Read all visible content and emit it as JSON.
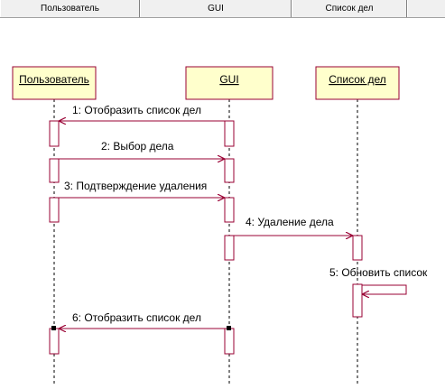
{
  "header": {
    "columns": [
      {
        "label": "Пользователь"
      },
      {
        "label": "GUI"
      },
      {
        "label": "Список дел"
      }
    ]
  },
  "diagram": {
    "actors": [
      {
        "id": "user",
        "label": "Пользователь"
      },
      {
        "id": "gui",
        "label": "GUI"
      },
      {
        "id": "list",
        "label": "Список дел"
      }
    ],
    "messages": [
      {
        "number": "1",
        "label": "1: Отобразить список дел",
        "from": "gui",
        "to": "user"
      },
      {
        "number": "2",
        "label": "2: Выбор дела",
        "from": "user",
        "to": "gui"
      },
      {
        "number": "3",
        "label": "3: Подтверждение удаления",
        "from": "user",
        "to": "gui"
      },
      {
        "number": "4",
        "label": "4: Удаление дела",
        "from": "gui",
        "to": "list"
      },
      {
        "number": "5",
        "label": "5: Обновить список",
        "from": "list",
        "to": "list"
      },
      {
        "number": "6",
        "label": "6: Отобразить список дел",
        "from": "gui",
        "to": "user"
      }
    ],
    "colors": {
      "box_fill": "#ffffcc",
      "box_stroke": "#990033",
      "line": "#990033",
      "lifeline": "#000000"
    }
  }
}
